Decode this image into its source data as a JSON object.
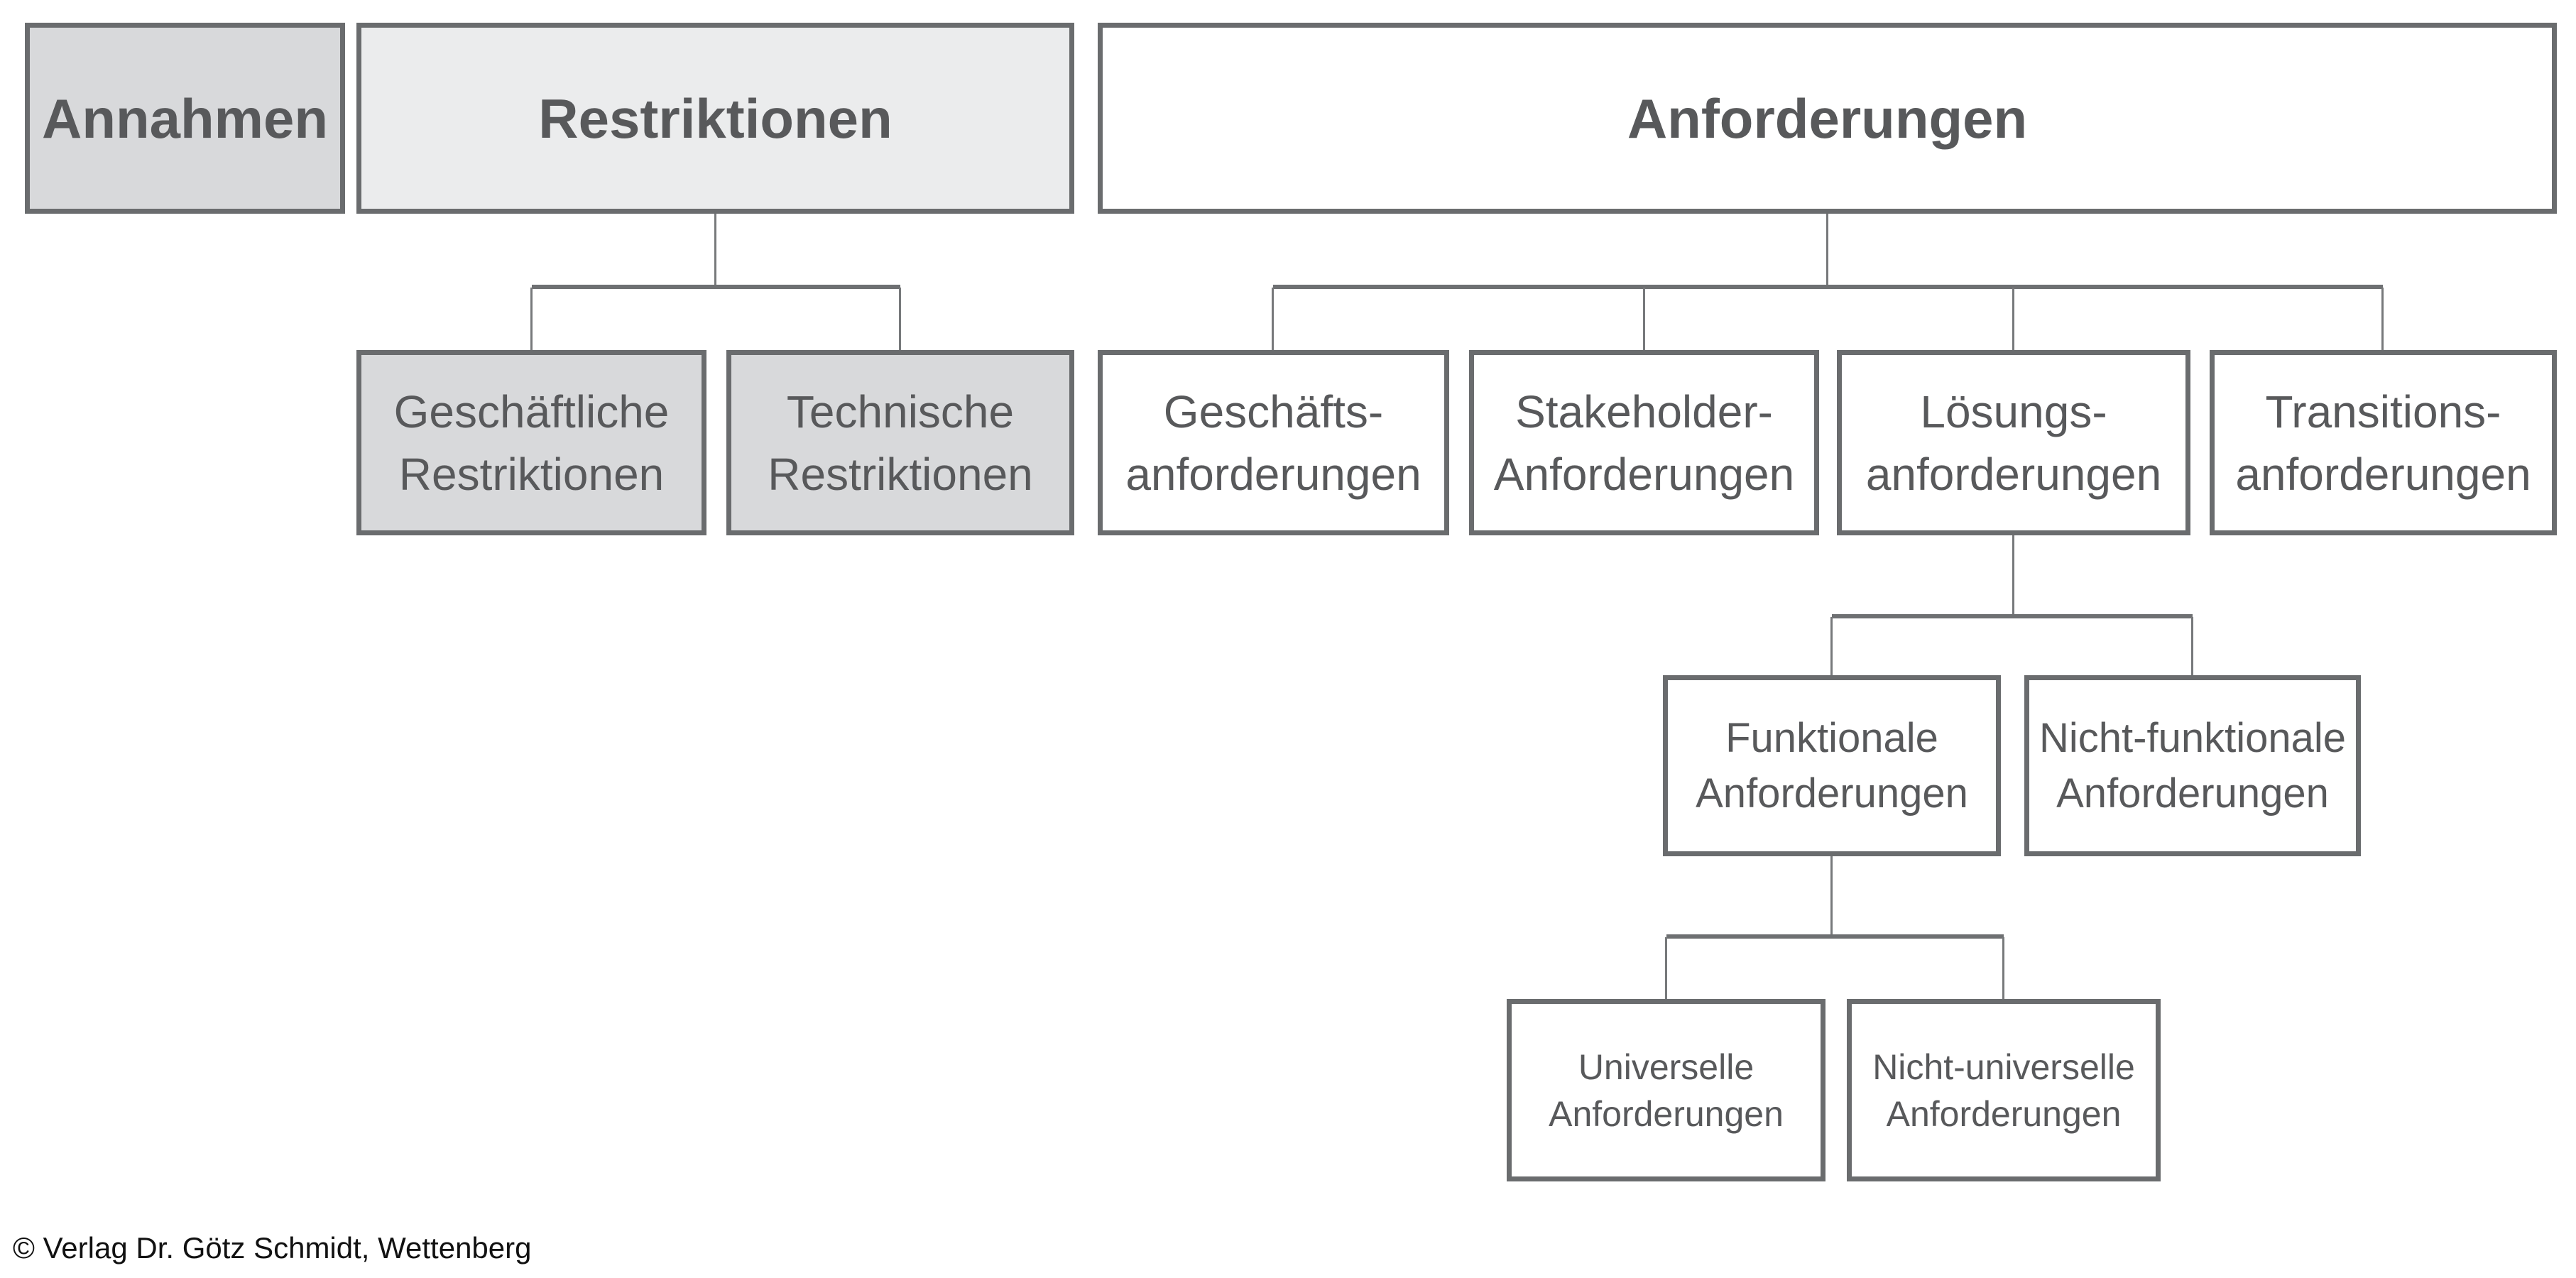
{
  "diagram": {
    "kind": "hierarchy-chart",
    "language": "de",
    "colors": {
      "background": "#ffffff",
      "box_border": "#6a6c6e",
      "box_fill_gray": "#d8d9db",
      "box_fill_light_gray": "#ebeced",
      "box_fill_white": "#ffffff",
      "box_text": "#58595b",
      "connector_line": "#77797b",
      "connector_bus": "#6e7072",
      "footer_text": "#111111"
    },
    "nodes": {
      "annahmen": {
        "label": "Annahmen",
        "fill": "#d8d9db",
        "emphasis": "bold"
      },
      "restriktionen": {
        "label": "Restriktionen",
        "fill": "#ebeced",
        "emphasis": "bold"
      },
      "anforderungen": {
        "label": "Anforderungen",
        "fill": "#ffffff",
        "emphasis": "bold"
      },
      "geschaeftliche_restriktionen": {
        "lines": [
          "Geschäftliche",
          "Restriktionen"
        ],
        "fill": "#d8d9db"
      },
      "technische_restriktionen": {
        "lines": [
          "Technische",
          "Restriktionen"
        ],
        "fill": "#d8d9db"
      },
      "geschaefts_anforderungen": {
        "lines": [
          "Geschäfts-",
          "anforderungen"
        ],
        "fill": "#ffffff"
      },
      "stakeholder_anforderungen": {
        "lines": [
          "Stakeholder-",
          "Anforderungen"
        ],
        "fill": "#ffffff"
      },
      "loesungs_anforderungen": {
        "lines": [
          "Lösungs-",
          "anforderungen"
        ],
        "fill": "#ffffff"
      },
      "transitions_anforderungen": {
        "lines": [
          "Transitions-",
          "anforderungen"
        ],
        "fill": "#ffffff"
      },
      "funktionale_anforderungen": {
        "lines": [
          "Funktionale",
          "Anforderungen"
        ],
        "fill": "#ffffff"
      },
      "nicht_funktionale_anforderungen": {
        "lines": [
          "Nicht-funktionale",
          "Anforderungen"
        ],
        "fill": "#ffffff"
      },
      "universelle_anforderungen": {
        "lines": [
          "Universelle",
          "Anforderungen"
        ],
        "fill": "#ffffff"
      },
      "nicht_universelle_anforderungen": {
        "lines": [
          "Nicht-universelle",
          "Anforderungen"
        ],
        "fill": "#ffffff"
      }
    },
    "edges": [
      {
        "from": "restriktionen",
        "to": "geschaeftliche_restriktionen"
      },
      {
        "from": "restriktionen",
        "to": "technische_restriktionen"
      },
      {
        "from": "anforderungen",
        "to": "geschaefts_anforderungen"
      },
      {
        "from": "anforderungen",
        "to": "stakeholder_anforderungen"
      },
      {
        "from": "anforderungen",
        "to": "loesungs_anforderungen"
      },
      {
        "from": "anforderungen",
        "to": "transitions_anforderungen"
      },
      {
        "from": "loesungs_anforderungen",
        "to": "funktionale_anforderungen"
      },
      {
        "from": "loesungs_anforderungen",
        "to": "nicht_funktionale_anforderungen"
      },
      {
        "from": "funktionale_anforderungen",
        "to": "universelle_anforderungen"
      },
      {
        "from": "funktionale_anforderungen",
        "to": "nicht_universelle_anforderungen"
      }
    ],
    "footer": {
      "copyright": "© Verlag Dr. Götz Schmidt, Wettenberg"
    }
  }
}
